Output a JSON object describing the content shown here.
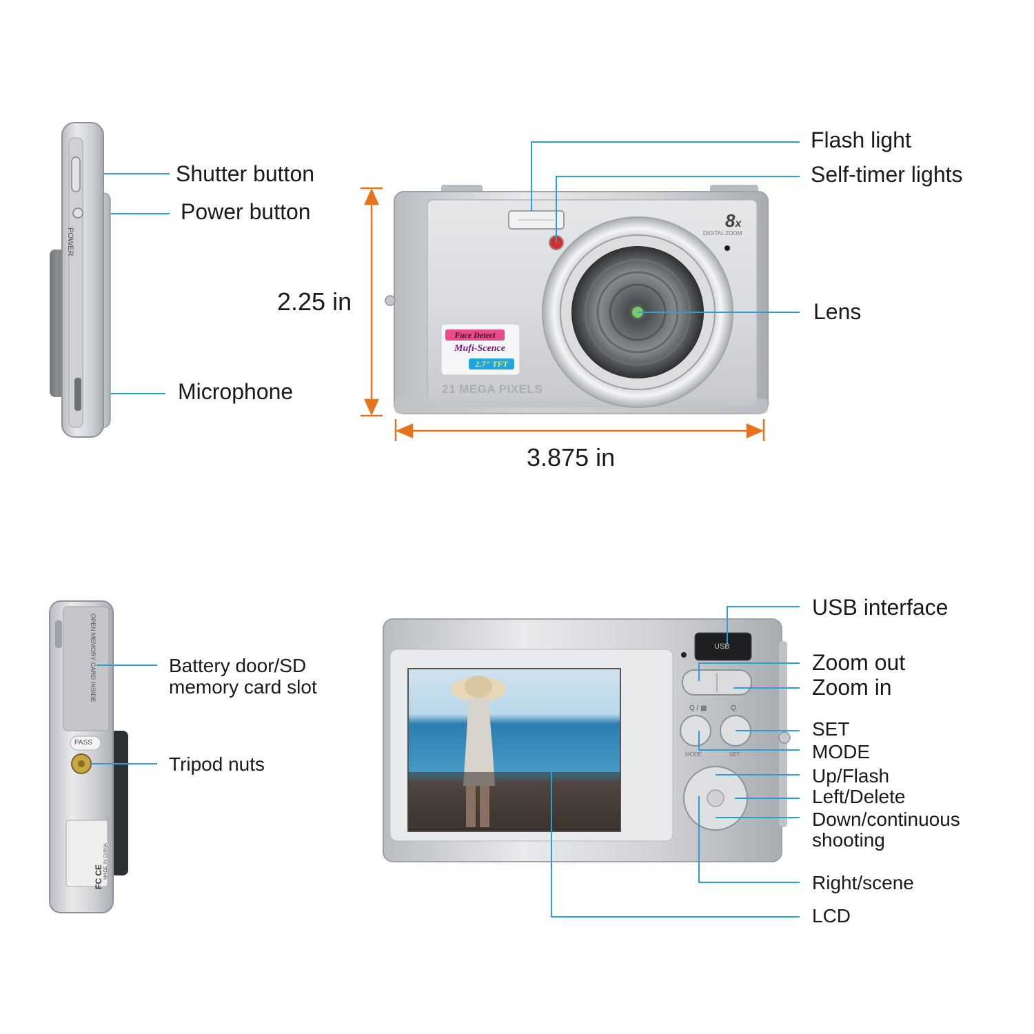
{
  "front": {
    "labels": {
      "flash": "Flash light",
      "selftimer": "Self-timer lights",
      "lens": "Lens",
      "shutter": "Shutter button",
      "power": "Power button",
      "microphone": "Microphone"
    },
    "height_dim": "2.25 in",
    "width_dim": "3.875 in",
    "zoom_value": "8",
    "zoom_suffix": "x",
    "zoom_caption": "DIGITAL ZOOM",
    "megapixels": "21 MEGA PIXELS",
    "stickers": {
      "face_detect": "Face Detect",
      "multi_scene": "Mufi-Scence",
      "screen_size": "2.7\" TFT"
    },
    "side_text": "POWER"
  },
  "back": {
    "labels": {
      "usb": "USB interface",
      "zoom_out": "Zoom out",
      "zoom_in": "Zoom in",
      "set": "SET",
      "mode": "MODE",
      "up": "Up/Flash",
      "left": "Left/Delete",
      "down_1": "Down/continuous",
      "down_2": "shooting",
      "right": "Right/scene",
      "lcd": "LCD"
    },
    "button_mode": "MODE",
    "button_set": "SET",
    "usb_port": "USB",
    "bottom_labels": {
      "battery_1": "Battery door/SD",
      "battery_2": "memory card slot",
      "tripod": "Tripod nuts"
    },
    "pass_sticker": "PASS",
    "cert": "FC  CE",
    "made_in": "MADE IN CHINA",
    "door_text": "OPEN  MEMORY CARD INSIDE"
  },
  "colors": {
    "leader": "#2a9fd6",
    "dimension": "#e8731e",
    "body_silver": "#d3d5d8"
  }
}
